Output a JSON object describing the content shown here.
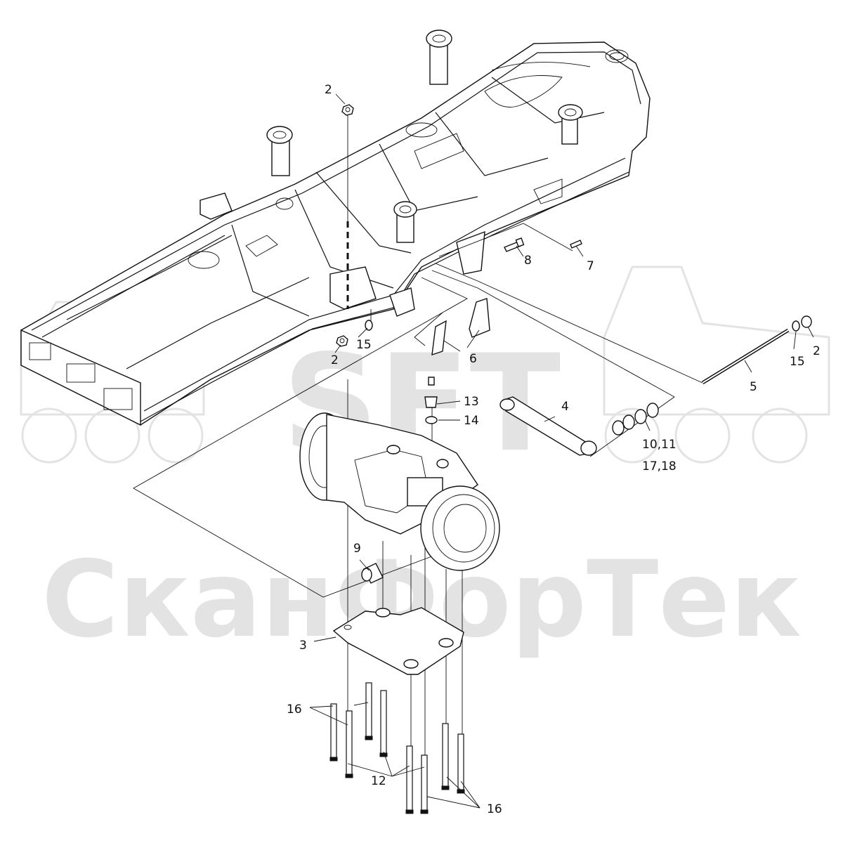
{
  "watermark": {
    "logo_text": "SFT",
    "brand_text": "СканФорТек"
  },
  "callouts": {
    "c2_top": "2",
    "c2_left": "2",
    "c2_right": "2",
    "c3": "3",
    "c4": "4",
    "c5": "5",
    "c6": "6",
    "c7": "7",
    "c8": "8",
    "c9": "9",
    "c10_11": "10,11",
    "c17_18": "17,18",
    "c12": "12",
    "c13": "13",
    "c14": "14",
    "c15_left": "15",
    "c15_right": "15",
    "c16_left": "16",
    "c16_bottom": "16"
  },
  "colors": {
    "line": "#111111",
    "watermark": "#e3e3e3",
    "background": "#ffffff"
  }
}
